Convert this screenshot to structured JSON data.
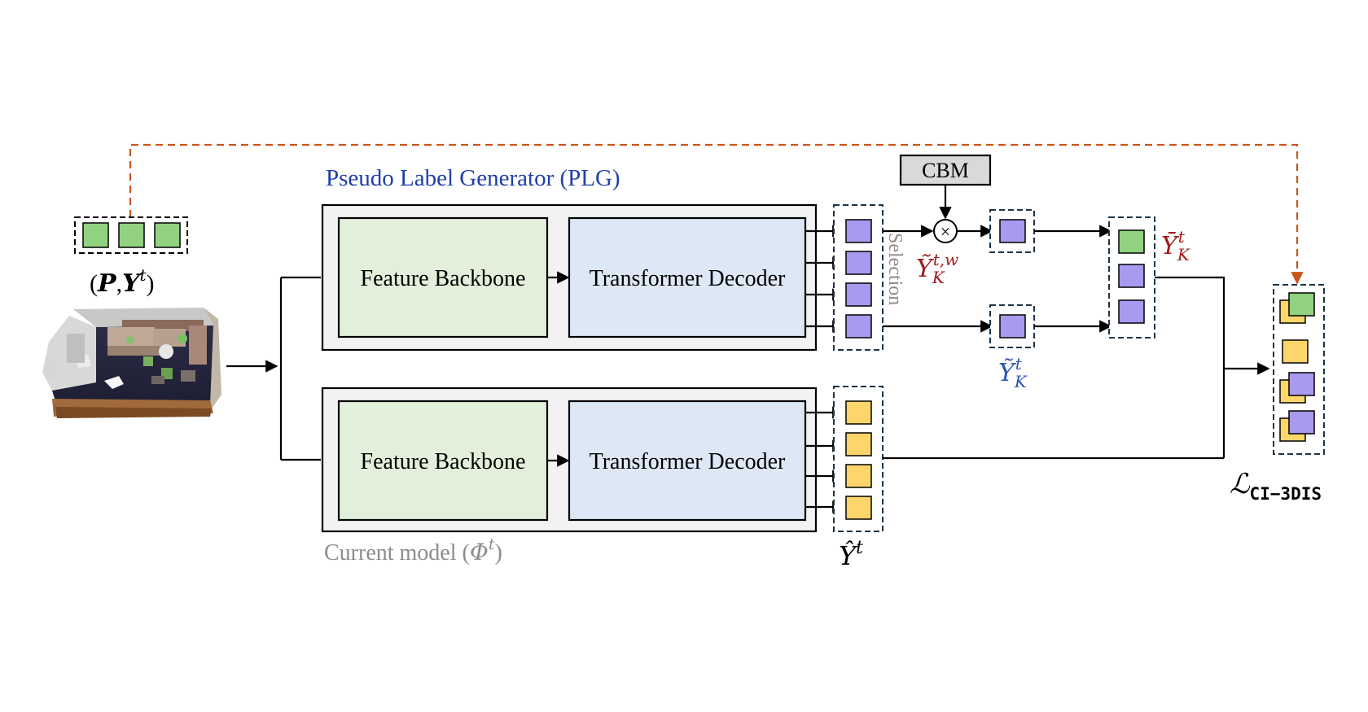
{
  "plg_title": "Pseudo Label Generator (PLG)",
  "current_model_label": "Current model (",
  "current_model_symbol": "Φ",
  "current_model_sup": "t",
  "current_model_close": ")",
  "blocks": {
    "feature_backbone": "Feature Backbone",
    "transformer_decoder": "Transformer Decoder"
  },
  "cbm_label": "CBM",
  "selection_label": "Selection",
  "multiply_symbol": "×",
  "input_label": {
    "open": "(",
    "p": "P",
    "comma": ",",
    "y": "Y",
    "sup": "t",
    "close": ")"
  },
  "labels": {
    "y_tilde_k_tw": {
      "base": "Ỹ",
      "sub": "K",
      "sup": "t,w"
    },
    "y_tilde_k_t": {
      "base": "Ỹ",
      "sub": "K",
      "sup": "t"
    },
    "y_bar_k_t": {
      "base": "Ȳ",
      "sub": "K",
      "sup": "t"
    },
    "y_hat_t": {
      "base": "Ŷ",
      "sup": "t"
    },
    "loss": {
      "base": "ℒ",
      "sub": "CI−3DIS"
    }
  },
  "colors": {
    "green": "#90d27f",
    "purple": "#a99af0",
    "yellow": "#fed56a",
    "block_green": "#e2efda",
    "block_blue": "#dde8f6",
    "outer_gray": "#f2f2f2",
    "cbm_gray": "#d9d9d9",
    "plg_blue": "#1f3fa8",
    "dark_red": "#a01a1a",
    "label_blue": "#2a54b8",
    "orange": "#c8561c",
    "dash_navy": "#1c3447",
    "gray_text": "#8c8c8c"
  }
}
